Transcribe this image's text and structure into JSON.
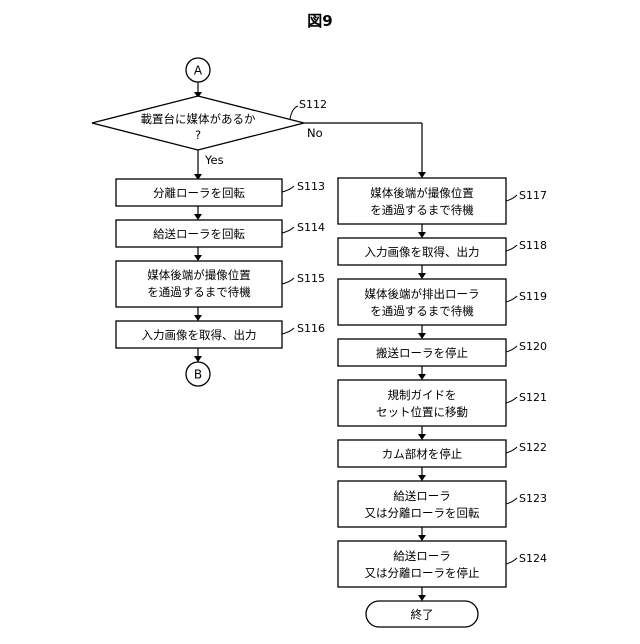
{
  "figure_title": "図9",
  "connectors": {
    "start": "A",
    "end": "B"
  },
  "decision": {
    "lines": [
      "載置台に媒体があるか",
      "?"
    ],
    "step": "S112",
    "yes_label": "Yes",
    "no_label": "No"
  },
  "left_steps": [
    {
      "step": "S113",
      "lines": [
        "分離ローラを回転"
      ]
    },
    {
      "step": "S114",
      "lines": [
        "給送ローラを回転"
      ]
    },
    {
      "step": "S115",
      "lines": [
        "媒体後端が撮像位置",
        "を通過するまで待機"
      ]
    },
    {
      "step": "S116",
      "lines": [
        "入力画像を取得、出力"
      ]
    }
  ],
  "right_steps": [
    {
      "step": "S117",
      "lines": [
        "媒体後端が撮像位置",
        "を通過するまで待機"
      ]
    },
    {
      "step": "S118",
      "lines": [
        "入力画像を取得、出力"
      ]
    },
    {
      "step": "S119",
      "lines": [
        "媒体後端が排出ローラ",
        "を通過するまで待機"
      ]
    },
    {
      "step": "S120",
      "lines": [
        "搬送ローラを停止"
      ]
    },
    {
      "step": "S121",
      "lines": [
        "規制ガイドを",
        "セット位置に移動"
      ]
    },
    {
      "step": "S122",
      "lines": [
        "カム部材を停止"
      ]
    },
    {
      "step": "S123",
      "lines": [
        "給送ローラ",
        "又は分離ローラを回転"
      ]
    },
    {
      "step": "S124",
      "lines": [
        "給送ローラ",
        "又は分離ローラを停止"
      ]
    }
  ],
  "terminal": "終了"
}
